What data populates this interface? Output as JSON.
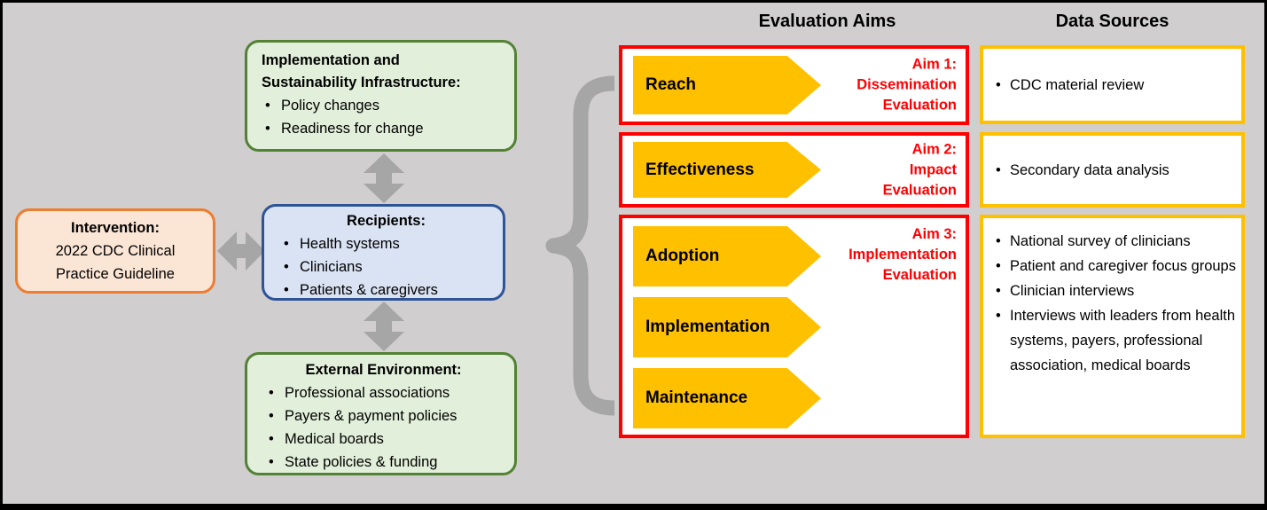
{
  "colors": {
    "background": "#D0CECE",
    "frame_border": "#000000",
    "connector_gray": "#A6A6A6",
    "gold": "#FFC000",
    "red": "#FF0000",
    "green_fill": "#E2EFDA",
    "green_border": "#538135",
    "blue_fill": "#DAE3F3",
    "blue_border": "#2E5496",
    "orange_fill": "#FBE5D5",
    "orange_border": "#ED7D31"
  },
  "left_panel": {
    "intervention": {
      "title": "Intervention:",
      "lines": [
        "2022 CDC Clinical",
        "Practice Guideline"
      ]
    },
    "infrastructure": {
      "title_lines": [
        "Implementation and",
        "Sustainability Infrastructure:"
      ],
      "bullets": [
        "Policy changes",
        "Readiness for change"
      ]
    },
    "recipients": {
      "title": "Recipients:",
      "bullets": [
        "Health systems",
        "Clinicians",
        "Patients & caregivers"
      ]
    },
    "external_environment": {
      "title": "External Environment:",
      "bullets": [
        "Professional associations",
        "Payers & payment policies",
        "Medical boards",
        "State policies & funding"
      ]
    }
  },
  "evaluation_aims": {
    "header": "Evaluation Aims",
    "groups": [
      {
        "aim_lines": [
          "Aim 1:",
          "Dissemination",
          "Evaluation"
        ],
        "arrows": [
          "Reach"
        ]
      },
      {
        "aim_lines": [
          "Aim 2:",
          "Impact",
          "Evaluation"
        ],
        "arrows": [
          "Effectiveness"
        ]
      },
      {
        "aim_lines": [
          "Aim 3:",
          "Implementation",
          "Evaluation"
        ],
        "arrows": [
          "Adoption",
          "Implementation",
          "Maintenance"
        ]
      }
    ]
  },
  "data_sources": {
    "header": "Data Sources",
    "boxes": [
      {
        "bullets": [
          "CDC material review"
        ]
      },
      {
        "bullets": [
          "Secondary data analysis"
        ]
      },
      {
        "bullets": [
          "National survey of clinicians",
          "Patient and caregiver focus groups",
          "Clinician interviews",
          "Interviews with leaders from health systems, payers, professional association, medical boards"
        ]
      }
    ]
  }
}
